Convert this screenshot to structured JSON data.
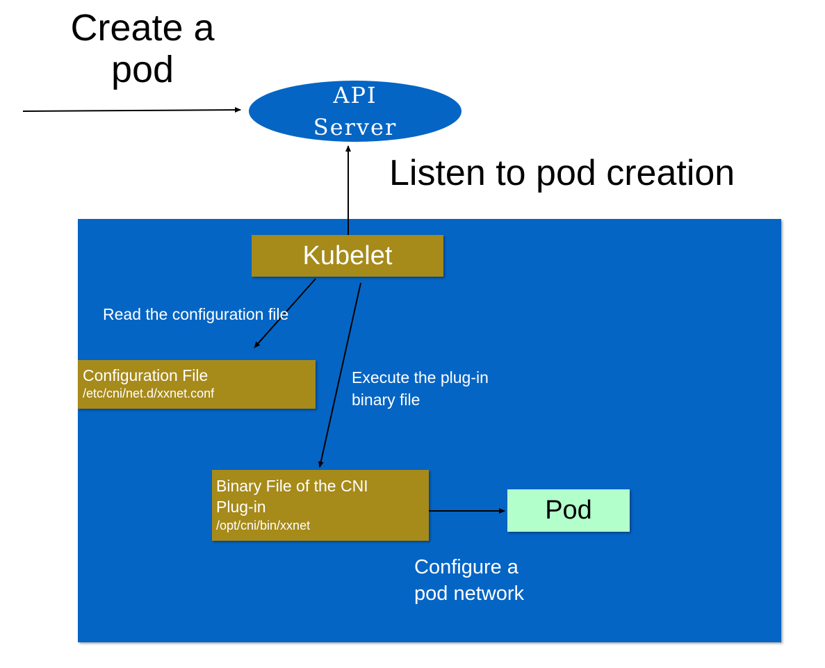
{
  "external": {
    "create_pod": "Create a\npod",
    "listen_label": "Listen to pod creation"
  },
  "api_server": {
    "label": "API\nServer",
    "color": "#0565c4"
  },
  "node": {
    "background_color": "#0565c4",
    "kubelet": {
      "label": "Kubelet"
    },
    "config_file": {
      "title": "Configuration File",
      "path": "/etc/cni/net.d/xxnet.conf"
    },
    "cni_binary": {
      "title": "Binary File of the CNI Plug-in",
      "path": "/opt/cni/bin/xxnet"
    },
    "pod": {
      "label": "Pod",
      "color": "#b3ffcc"
    },
    "edges": {
      "read_config": "Read the configuration file",
      "execute_plugin": "Execute the plug-in binary file",
      "configure_network": "Configure a pod network"
    }
  },
  "colors": {
    "olive_box": "#a68a1a",
    "arrow": "#000000"
  }
}
